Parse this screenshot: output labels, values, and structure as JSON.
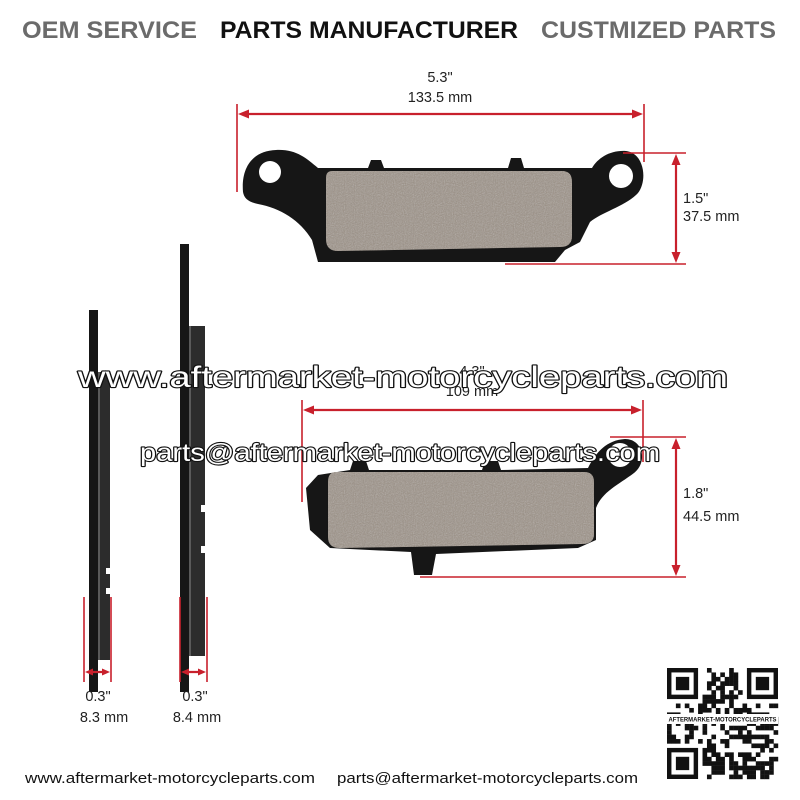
{
  "header": {
    "oem": "OEM SERVICE",
    "manufacturer": "PARTS MANUFACTURER",
    "customized": "CUSTMIZED PARTS"
  },
  "top_pad": {
    "length_in": "5.3\"",
    "length_mm": "133.5 mm",
    "height_in": "1.5\"",
    "height_mm": "37.5 mm"
  },
  "bottom_pad": {
    "length_in": "4.3\"",
    "length_mm": "109 mm",
    "height_in": "1.8\"",
    "height_mm": "44.5 mm"
  },
  "side_view_1": {
    "thickness_in": "0.3\"",
    "thickness_mm": "8.3 mm"
  },
  "side_view_2": {
    "thickness_in": "0.3\"",
    "thickness_mm": "8.4 mm"
  },
  "watermark": {
    "website": "www.aftermarket-motorcycleparts.com",
    "email": "parts@aftermarket-motorcycleparts.com"
  },
  "footer": {
    "website": "www.aftermarket-motorcycleparts.com",
    "email": "parts@aftermarket-motorcycleparts.com"
  },
  "qr_code": {
    "label": "AFTERMARKET-MOTORCYCLEPARTS",
    "icon": "qr-code-icon"
  },
  "colors": {
    "dimension_red": "#c8202c",
    "backing_plate": "#161616",
    "friction_material": "#9c9185",
    "header_gray": "#6b6b6b",
    "header_black": "#111111"
  }
}
